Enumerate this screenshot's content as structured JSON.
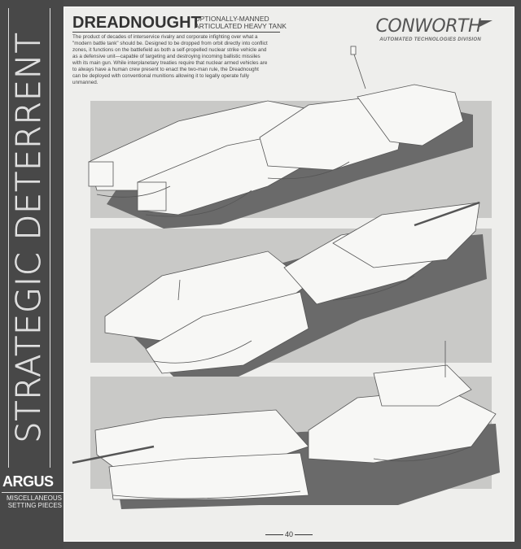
{
  "sidebar": {
    "vertical_title": "STRATEGIC DETERRENT",
    "series_name": "ARGUS",
    "section_line1": "MISCELLANEOUS",
    "section_line2": "SETTING PIECES"
  },
  "header": {
    "title": "DREADNOUGHT",
    "subtitle_line1": "OPTIONALLY-MANNED",
    "subtitle_line2": "ARTICULATED HEAVY TANK",
    "description": "The product of decades of interservice rivalry and corporate infighting over what a \"modern battle tank\" should be. Designed to be dropped from orbit directly into conflict zones, it functions on the battlefield as both a self-propelled nuclear strike vehicle and as a defensive unit—capable of targeting and destroying incoming ballistic missiles with its main gun. While interplanetary treaties require that nuclear armed vehicles are to always have a human crew present to enact the two-man rule, the Dreadnought can be deployed with conventional munitions allowing it to legally operate fully unmanned."
  },
  "brand": {
    "name": "CONWORTH",
    "division": "AUTOMATED TECHNOLOGIES DIVISION"
  },
  "illustrations": [
    {
      "view": "front-three-quarter"
    },
    {
      "view": "rear-three-quarter"
    },
    {
      "view": "side-top"
    }
  ],
  "footer": {
    "page_number": "40"
  },
  "colors": {
    "frame": "#4a4a4a",
    "paper": "#eeeeec",
    "panel": "#c9c9c7",
    "shadow": "#6a6a6a"
  }
}
